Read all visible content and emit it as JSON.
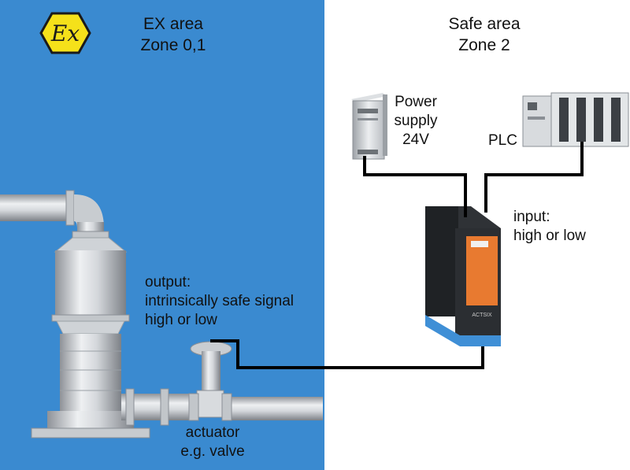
{
  "colors": {
    "ex_area_bg": "#3a8ad0",
    "safe_area_bg": "#ffffff",
    "ex_symbol_fill": "#f5e11a",
    "wire": "#000000",
    "pipe": "#cfd2d6",
    "module_orange": "#e87a30",
    "module_blue": "#3f8fd6"
  },
  "ex_area": {
    "symbol_text": "Ex",
    "title_line1": "EX area",
    "title_line2": "Zone 0,1"
  },
  "safe_area": {
    "title_line1": "Safe area",
    "title_line2": "Zone 2"
  },
  "power_supply": {
    "label_line1": "Power",
    "label_line2": "supply",
    "label_line3": "24V"
  },
  "plc": {
    "label": "PLC"
  },
  "isolator_module": {
    "brand_text": "ACTSIX",
    "input_line1": "input:",
    "input_line2": "high or low"
  },
  "output_signal": {
    "line1": "output:",
    "line2": "intrinsically safe signal",
    "line3": "high or low"
  },
  "actuator": {
    "line1": "actuator",
    "line2": "e.g. valve"
  }
}
